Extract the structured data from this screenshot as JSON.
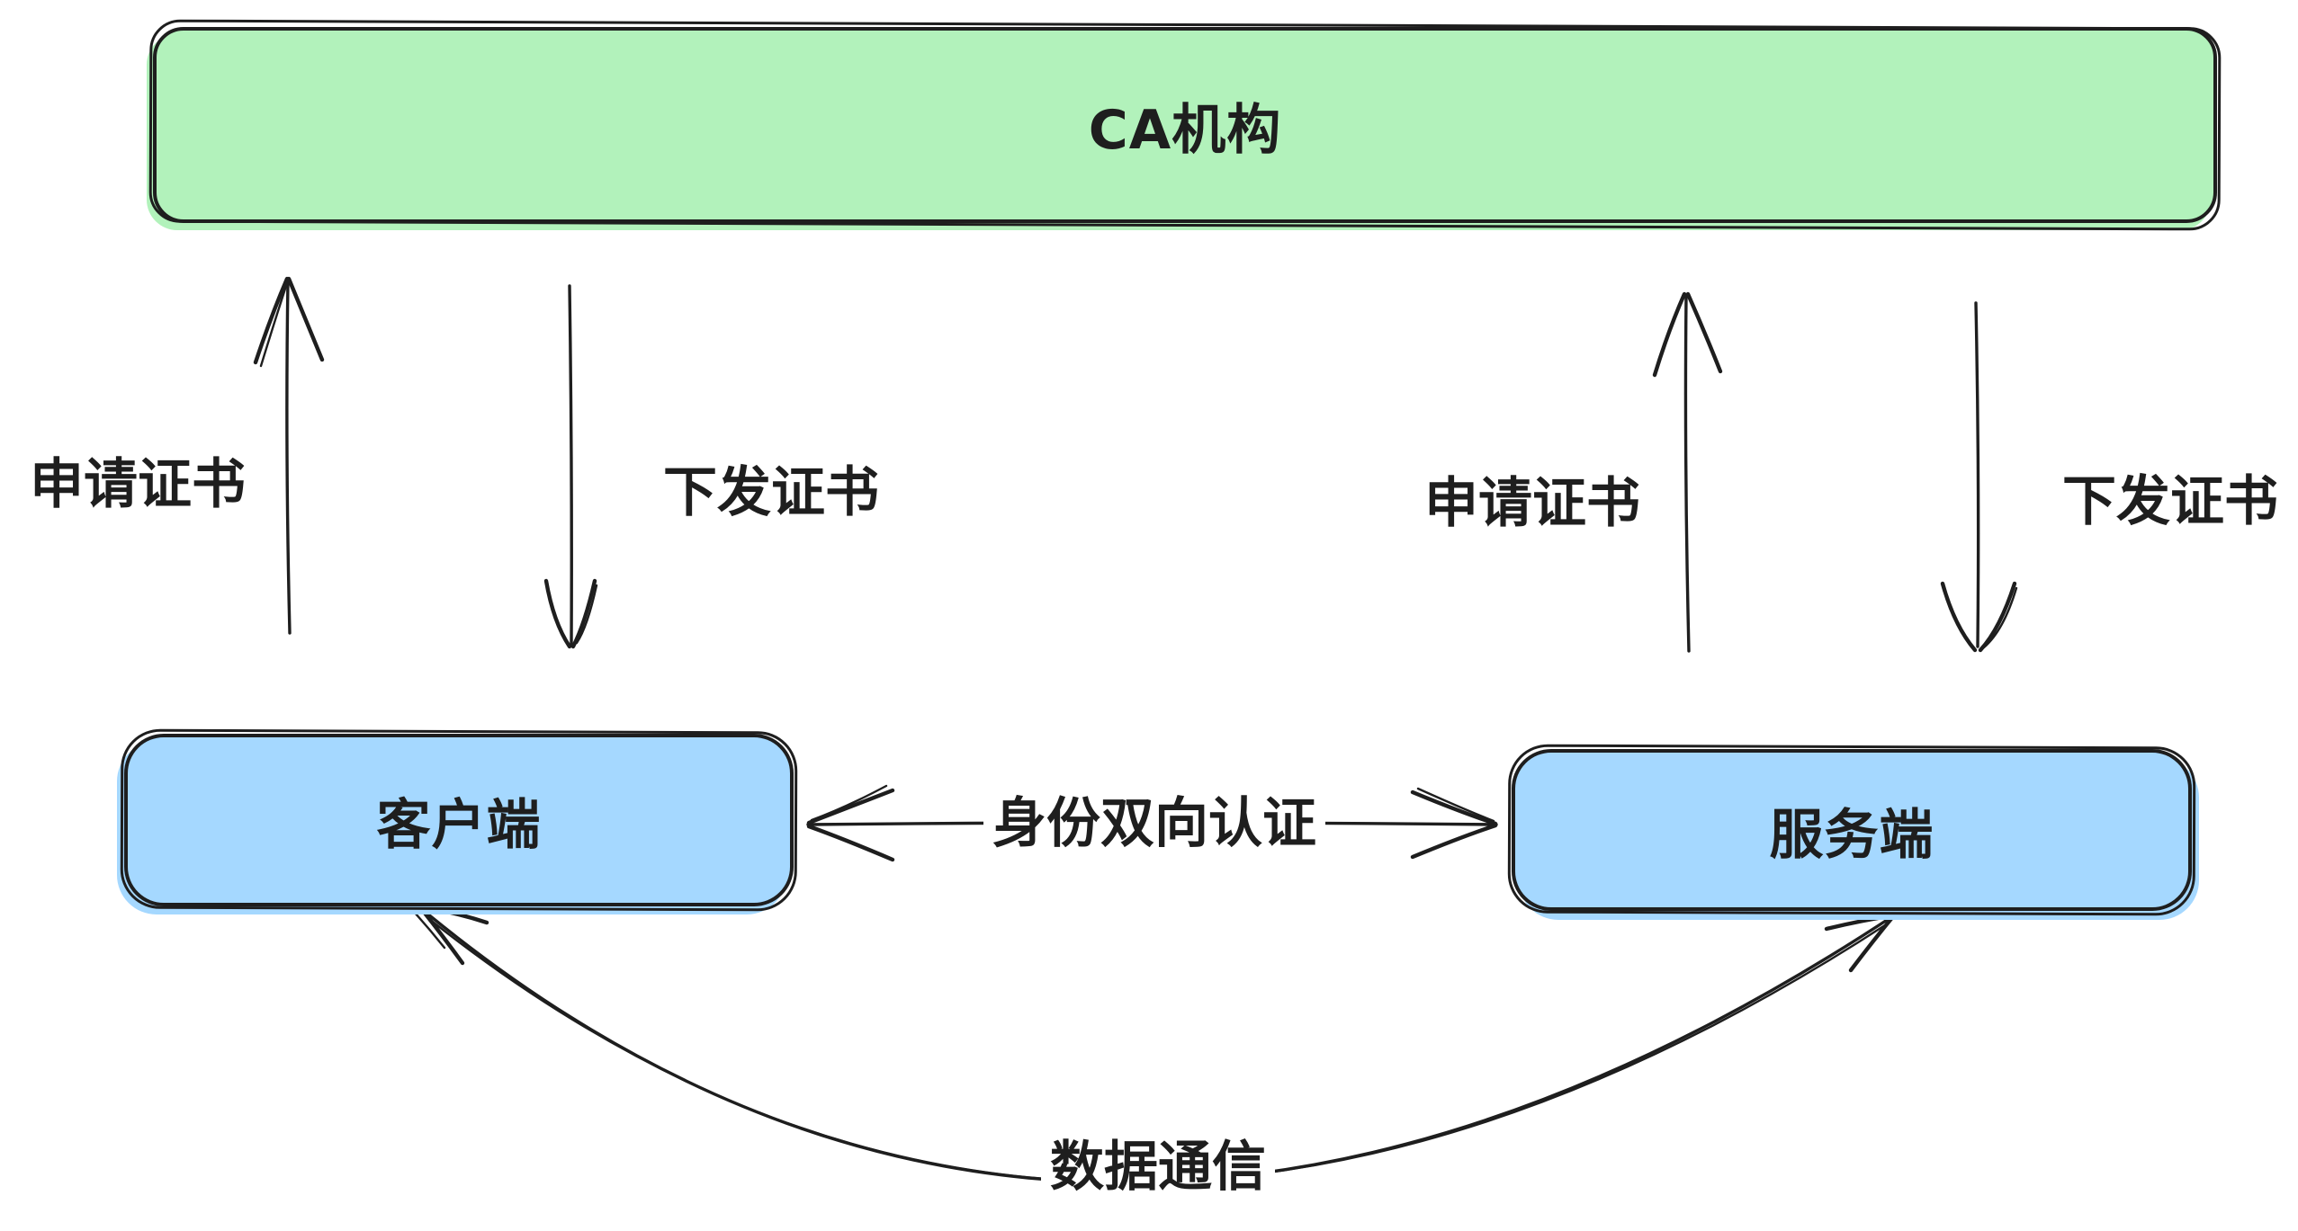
{
  "canvas": {
    "background": "#ffffff",
    "stroke_color": "#1e1e1e"
  },
  "boxes": {
    "ca": {
      "label": "CA机构",
      "fill": "#b2f2bb"
    },
    "client": {
      "label": "客户端",
      "fill": "#a5d8ff"
    },
    "server": {
      "label": "服务端",
      "fill": "#a5d8ff"
    }
  },
  "edge_labels": {
    "client_apply": "申请证书",
    "client_issue": "下发证书",
    "server_apply": "申请证书",
    "server_issue": "下发证书",
    "mutual_auth": "身份双向认证",
    "data_comm": "数据通信"
  }
}
